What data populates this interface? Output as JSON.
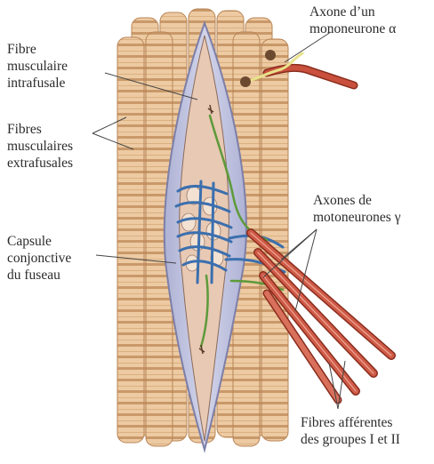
{
  "labels": {
    "intrafusal": [
      "Fibre",
      "musculaire",
      "intrafusale"
    ],
    "extrafusal": [
      "Fibres",
      "musculaires",
      "extrafusales"
    ],
    "capsule": [
      "Capsule",
      "conjonctive",
      "du fuseau"
    ],
    "alpha_axon": [
      "Axone d’un",
      "mononeurone α"
    ],
    "gamma_axons": [
      "Axones de",
      "motoneurones γ"
    ],
    "afferents": [
      "Fibres afférentes",
      "des groupes I et II"
    ]
  },
  "colors": {
    "extrafusal_fiber": "#e9c49b",
    "fiber_band": "#c99a6a",
    "capsule": "#c3c6e0",
    "capsule_outline": "#7d7fa8",
    "intrafusal_fill": "#e8c9b4",
    "gamma_axon": "#cf5b47",
    "afferent": "#3b6fae",
    "secondary_afferent": "#5e9a3a",
    "alpha_axon_sheath": "#c8503c",
    "label_text": "#2b2b2b"
  }
}
